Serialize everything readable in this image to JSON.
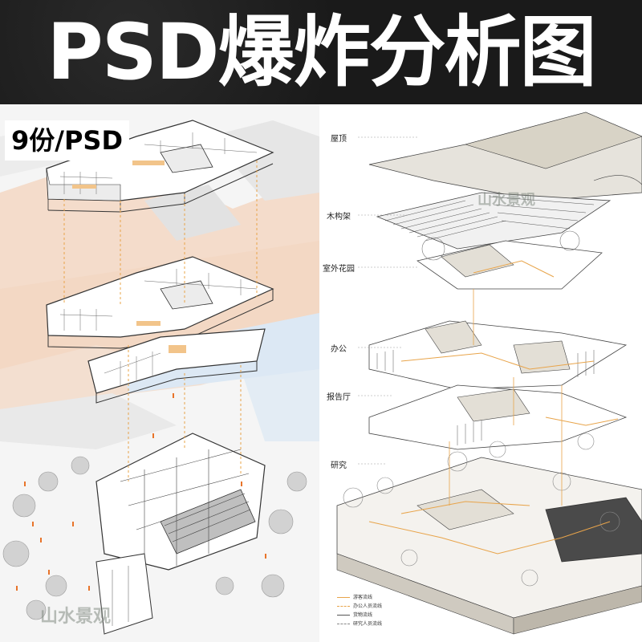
{
  "banner": {
    "title": "PSD爆炸分析图"
  },
  "badge": {
    "text": "9份/PSD"
  },
  "right_diagram": {
    "layer_labels": [
      {
        "key": "roof",
        "text": "屋顶"
      },
      {
        "key": "wood",
        "text": "木构架"
      },
      {
        "key": "garden",
        "text": "室外花园"
      },
      {
        "key": "office",
        "text": "办公"
      },
      {
        "key": "hall",
        "text": "报告厅"
      },
      {
        "key": "research",
        "text": "研究"
      }
    ],
    "legend": [
      {
        "text": "游客流线",
        "color": "#e8a44a"
      },
      {
        "text": "办公人员流线",
        "color": "#e8a44a"
      },
      {
        "text": "货物流线",
        "color": "#555555"
      },
      {
        "text": "研究人员流线",
        "color": "#888888"
      }
    ]
  },
  "watermark": {
    "text": "山水景观"
  },
  "colors": {
    "accent_orange": "#e8a44a",
    "peach": "#f2d6c0",
    "water_blue": "#dce8f4",
    "banner_bg": "#1a1a1a"
  }
}
